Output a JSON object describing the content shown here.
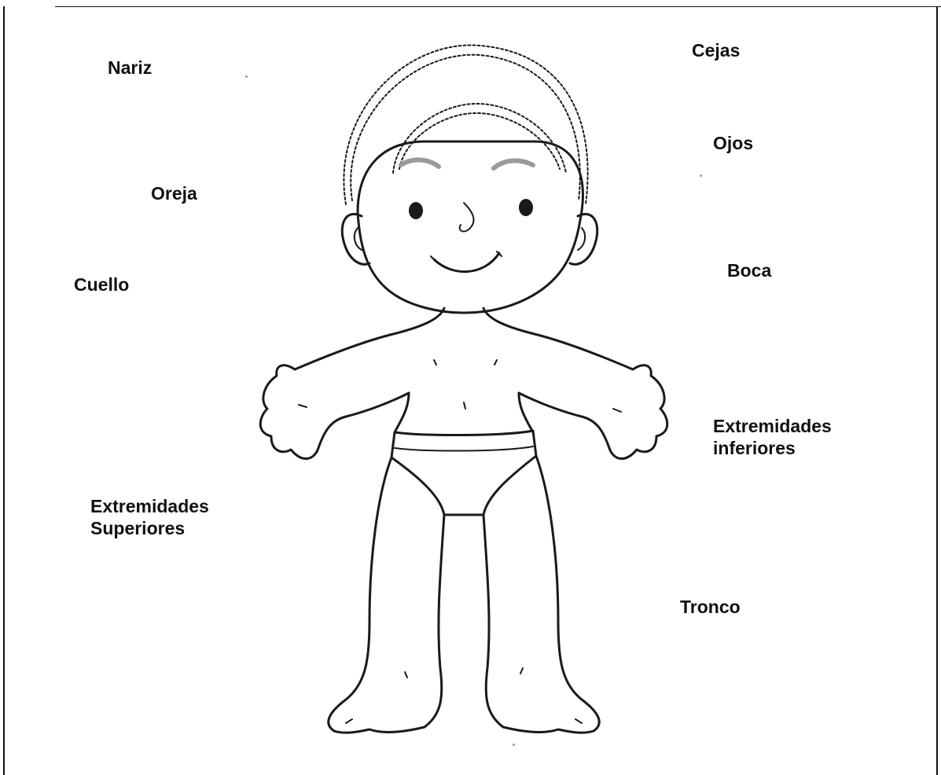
{
  "labels": {
    "nariz": "Nariz",
    "cejas": "Cejas",
    "ojos": "Ojos",
    "oreja": "Oreja",
    "boca": "Boca",
    "cuello": "Cuello",
    "extremidades_inferiores": [
      "Extremidades",
      "inferiores"
    ],
    "extremidades_superiores": [
      "Extremidades",
      "Superiores"
    ],
    "tronco": "Tronco"
  },
  "colors": {
    "outline": "#1a1a1a",
    "eyebrow": "#9a9a9a",
    "text": "#111111",
    "background": "#ffffff"
  }
}
